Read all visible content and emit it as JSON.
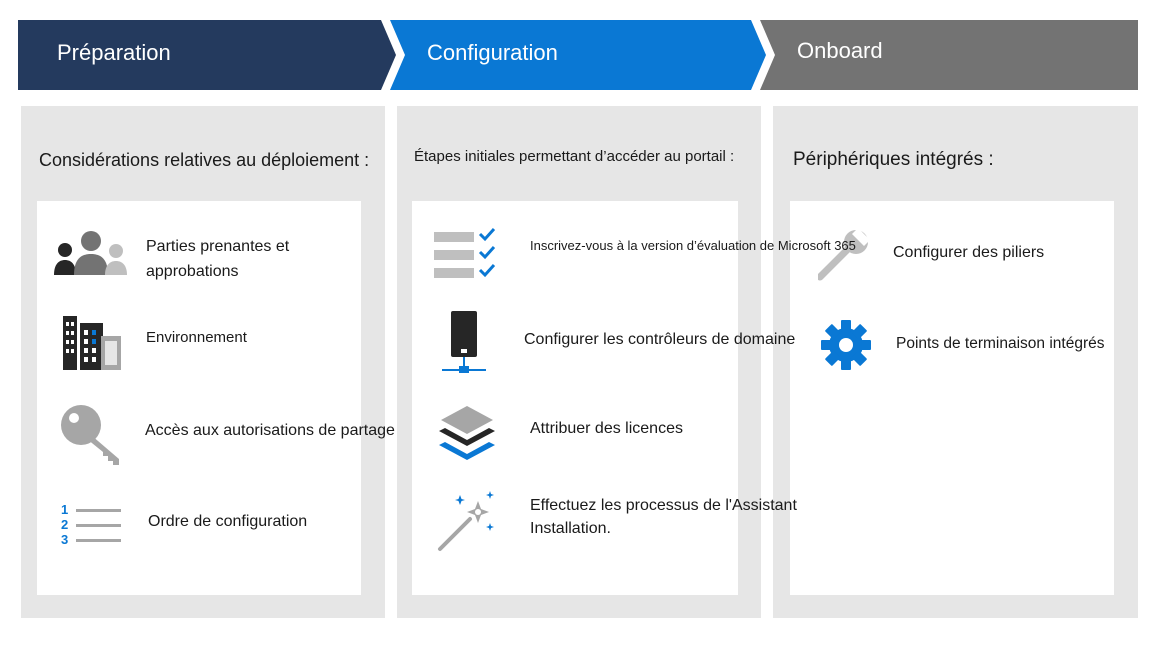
{
  "phases": [
    {
      "title": "Préparation",
      "heading": "Considérations relatives au déploiement :",
      "items": [
        {
          "label": "Parties prenantes et approbations",
          "icon": "people-icon"
        },
        {
          "label": "Environnement",
          "icon": "buildings-icon"
        },
        {
          "label": "Accès aux autorisations de partage",
          "icon": "key-icon"
        },
        {
          "label": "Ordre de configuration",
          "icon": "numbered-list-icon"
        }
      ]
    },
    {
      "title": "Configuration",
      "heading": "Étapes initiales permettant d’accéder au portail :",
      "items": [
        {
          "label": "Inscrivez-vous à la version d’évaluation de Microsoft 365",
          "icon": "checklist-icon"
        },
        {
          "label": "Configurer les contrôleurs de domaine",
          "icon": "server-icon"
        },
        {
          "label": "Attribuer des licences",
          "icon": "layers-icon"
        },
        {
          "label": "Effectuez les processus de l'Assistant Installation.",
          "icon": "magic-wand-icon"
        }
      ]
    },
    {
      "title": "Onboard",
      "heading": "Périphériques intégrés :",
      "items": [
        {
          "label": "Configurer des piliers",
          "icon": "wrench-icon"
        },
        {
          "label": "Points de terminaison intégrés",
          "icon": "gear-icon"
        }
      ]
    }
  ],
  "colors": {
    "preparation": "#243a5e",
    "configuration": "#0a78d4",
    "onboard": "#737373",
    "panel": "#e6e6e6",
    "icon_dark": "#262626",
    "icon_gray": "#a6a6a6",
    "icon_blue": "#0a78d4"
  }
}
